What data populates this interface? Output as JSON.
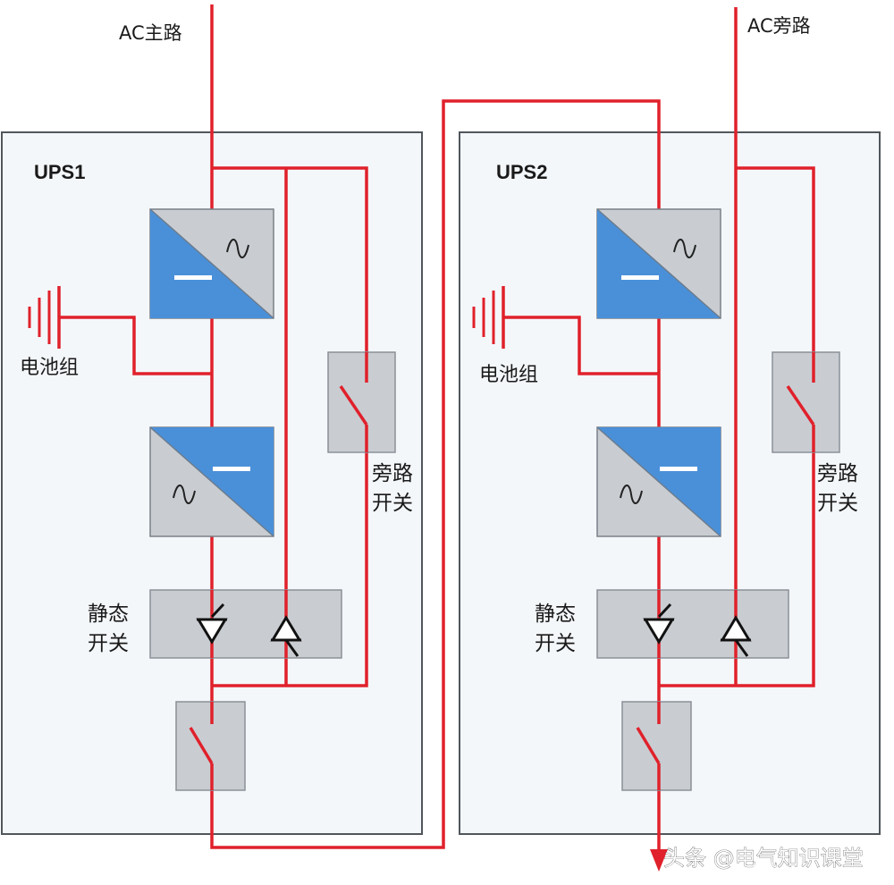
{
  "labels": {
    "ac_main": "AC主路",
    "ac_bypass": "AC旁路",
    "ups1": "UPS1",
    "ups2": "UPS2",
    "battery": "电池组",
    "bypass_switch_line1": "旁路",
    "bypass_switch_line2": "开关",
    "static_switch_line1": "静态",
    "static_switch_line2": "开关",
    "watermark": "头条 @电气知识课堂"
  },
  "colors": {
    "wire": "#e0212b",
    "converter_blue": "#4a90d9",
    "converter_gray": "#c9cdd2",
    "switch_box": "#c9cdd2",
    "panel_border": "#555a60",
    "panel_fill": "#f3f6f9"
  },
  "icons": [
    "battery-icon",
    "rectifier-icon",
    "inverter-icon",
    "thyristor-icon",
    "switch-icon",
    "arrow-down-icon"
  ]
}
